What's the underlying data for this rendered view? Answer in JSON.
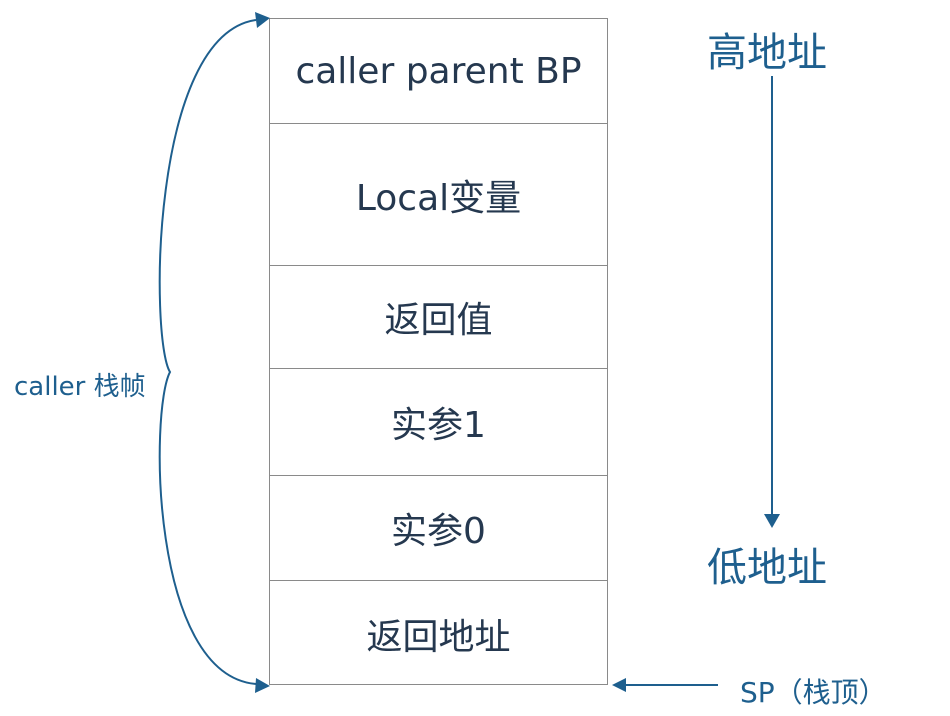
{
  "stack": {
    "cells": [
      "caller parent BP",
      "Local变量",
      "返回值",
      "实参1",
      "实参0",
      "返回地址"
    ]
  },
  "labels": {
    "high_address": "高地址",
    "low_address": "低地址",
    "caller_frame": "caller 栈帧",
    "stack_pointer": "SP（栈顶）"
  },
  "colors": {
    "label": "#1e5f8e",
    "cell_text": "#25384f",
    "border": "#8a8a8a"
  }
}
